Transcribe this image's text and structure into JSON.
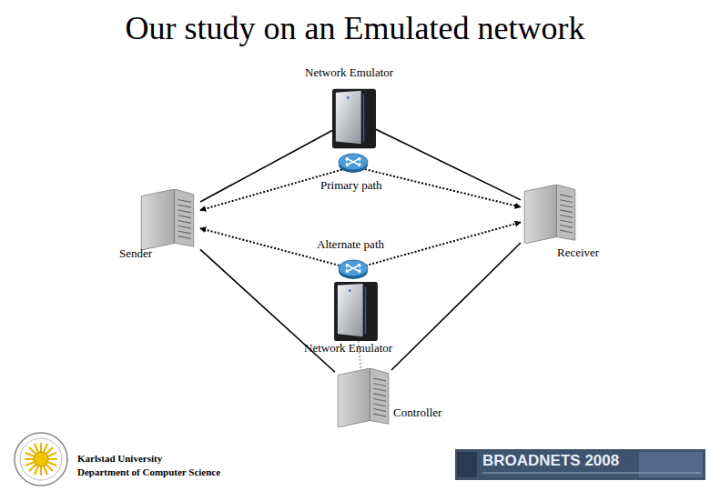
{
  "diagram": {
    "title": "Our study on an Emulated network",
    "nodes": [
      {
        "text": [
          "Network Emulator"
        ]
      },
      {
        "text": [
          "Sender"
        ]
      },
      {
        "text": [
          "Receiver"
        ]
      },
      {
        "text": [
          "Network Emulator"
        ]
      },
      {
        "text": [
          "Controller"
        ]
      }
    ],
    "edges": [
      {
        "from": 1,
        "to": 0,
        "arrow": "none"
      },
      {
        "from": 0,
        "to": 2,
        "arrow": "none"
      },
      {
        "from": 1,
        "to": 2,
        "label": "Primary path",
        "arrow": "both"
      },
      {
        "from": 1,
        "to": 2,
        "label": "Alternate path",
        "arrow": "both"
      },
      {
        "from": 1,
        "to": 4,
        "arrow": "none"
      },
      {
        "from": 4,
        "to": 2,
        "arrow": "none"
      },
      {
        "from": 3,
        "to": 4,
        "arrow": "none"
      }
    ],
    "labels": [
      "Karlstad University",
      "Department of Computer Science",
      "BROADNETS 2008"
    ]
  }
}
